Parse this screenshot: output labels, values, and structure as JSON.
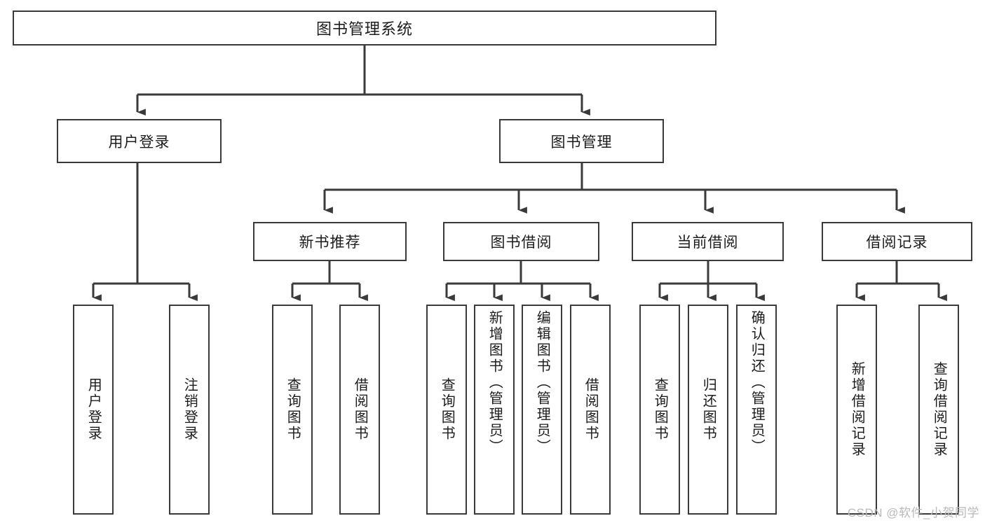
{
  "diagram": {
    "type": "tree",
    "title": "图书管理系统",
    "watermark": "CSDN @软件_小贺同学",
    "colors": {
      "box_border": "#3a3a3a",
      "box_fill": "#ffffff",
      "connector": "#3a3a3a",
      "text": "#1c1c1c",
      "watermark": "#b9b9b9"
    },
    "nodes": {
      "root": "图书管理系统",
      "level2": [
        "用户登录",
        "图书管理"
      ],
      "level3": [
        "新书推荐",
        "图书借阅",
        "当前借阅",
        "借阅记录"
      ],
      "leaves": {
        "user_login": [
          "用户登录",
          "注销登录"
        ],
        "new_book": [
          "查询图书",
          "借阅图书"
        ],
        "borrow": [
          "查询图书",
          "新增图书（管理员）",
          "编辑图书（管理员）",
          "借阅图书"
        ],
        "current": [
          "查询图书",
          "归还图书",
          "确认归还（管理员）"
        ],
        "records": [
          "新增借阅记录",
          "查询借阅记录"
        ]
      }
    }
  }
}
